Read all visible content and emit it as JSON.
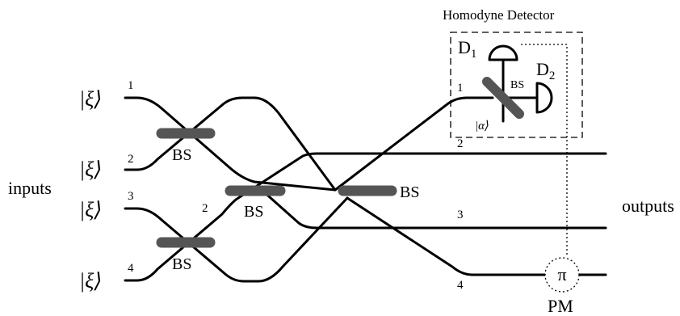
{
  "labels": {
    "inputs": "inputs",
    "outputs": "outputs",
    "bs": "BS",
    "pm": "PM",
    "pi": "π",
    "homodyne_title": "Homodyne Detector",
    "d1_main": "D",
    "d1_sub": "1",
    "d2_main": "D",
    "d2_sub": "2",
    "alpha_ket": "|α⟩"
  },
  "input_states": [
    "|ξ⟩",
    "|ξ⟩",
    "|ξ⟩",
    "|ξ⟩"
  ],
  "input_mode_numbers": [
    "1",
    "2",
    "3",
    "4"
  ],
  "output_mode_numbers": [
    "1",
    "2",
    "3",
    "4"
  ],
  "mid_mode_number": "2",
  "colors": {
    "line": "#000000",
    "beam_splitter": "#555555",
    "background": "#ffffff"
  }
}
